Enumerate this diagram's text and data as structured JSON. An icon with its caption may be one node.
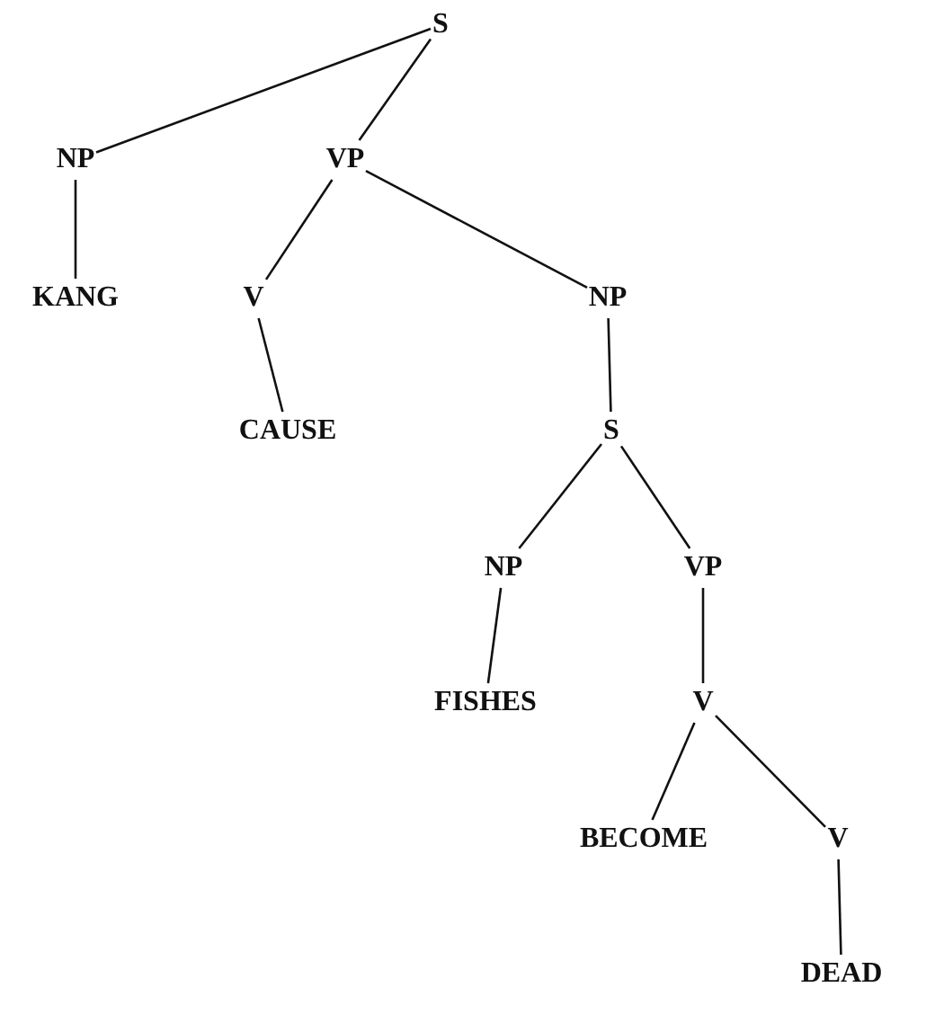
{
  "diagram": {
    "nodes": [
      {
        "text": [
          "S"
        ]
      },
      {
        "text": [
          "NP"
        ]
      },
      {
        "text": [
          "VP"
        ]
      },
      {
        "text": [
          "KANG"
        ]
      },
      {
        "text": [
          "V"
        ]
      },
      {
        "text": [
          "NP"
        ]
      },
      {
        "text": [
          "CAUSE"
        ]
      },
      {
        "text": [
          "S"
        ]
      },
      {
        "text": [
          "NP"
        ]
      },
      {
        "text": [
          "VP"
        ]
      },
      {
        "text": [
          "FISHES"
        ]
      },
      {
        "text": [
          "V"
        ]
      },
      {
        "text": [
          "BECOME"
        ]
      },
      {
        "text": [
          "V"
        ]
      },
      {
        "text": [
          "DEAD"
        ]
      }
    ],
    "edges": [
      {
        "from": 0,
        "to": 1,
        "arrow": "none"
      },
      {
        "from": 0,
        "to": 2,
        "arrow": "none"
      },
      {
        "from": 1,
        "to": 3,
        "arrow": "none"
      },
      {
        "from": 2,
        "to": 4,
        "arrow": "none"
      },
      {
        "from": 2,
        "to": 5,
        "arrow": "none"
      },
      {
        "from": 4,
        "to": 6,
        "arrow": "none"
      },
      {
        "from": 5,
        "to": 7,
        "arrow": "none"
      },
      {
        "from": 7,
        "to": 8,
        "arrow": "none"
      },
      {
        "from": 7,
        "to": 9,
        "arrow": "none"
      },
      {
        "from": 8,
        "to": 10,
        "arrow": "none"
      },
      {
        "from": 9,
        "to": 11,
        "arrow": "none"
      },
      {
        "from": 11,
        "to": 12,
        "arrow": "none"
      },
      {
        "from": 11,
        "to": 13,
        "arrow": "none"
      },
      {
        "from": 13,
        "to": 14,
        "arrow": "none"
      }
    ]
  }
}
